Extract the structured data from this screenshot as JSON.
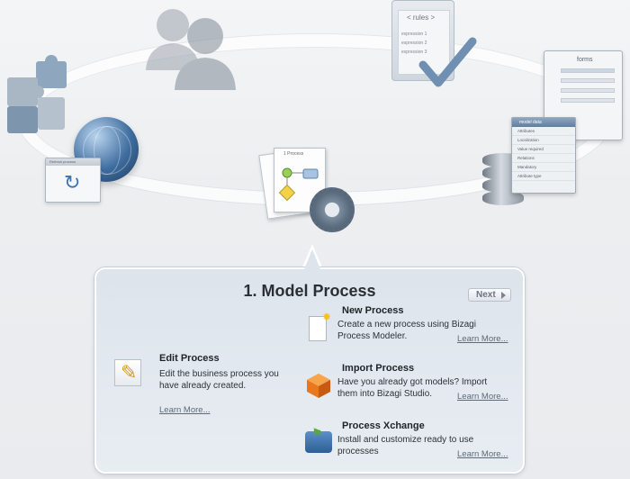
{
  "illustration": {
    "rules_label": "< rules >",
    "rules_lines": [
      "expression 1",
      "expression 2",
      "expression 3"
    ],
    "forms_label": "forms",
    "model_data_label": "model data",
    "model_data_lines": [
      "Attributes",
      "Localization",
      "Value required",
      "Relations",
      "Mandatory",
      "Attribute type"
    ],
    "process_sheet_label": "1 Process",
    "refresh_window_label": "Refresh process"
  },
  "panel": {
    "title": "1. Model Process",
    "next_label": "Next",
    "edit": {
      "title": "Edit Process",
      "desc": "Edit the business process you have already created.",
      "more": "Learn More..."
    },
    "new": {
      "title": "New Process",
      "desc": "Create a new process using Bizagi Process Modeler.",
      "more": "Learn More..."
    },
    "import": {
      "title": "Import Process",
      "desc": "Have you already got models? Import them into Bizagi Studio.",
      "more": "Learn More..."
    },
    "xchange": {
      "title": "Process Xchange",
      "desc": "Install and customize ready to use processes",
      "more": "Learn More..."
    }
  },
  "colors": {
    "panel_bg": "#dde4ec",
    "link": "#5f6a76",
    "accent_blue": "#3f6d9f"
  }
}
